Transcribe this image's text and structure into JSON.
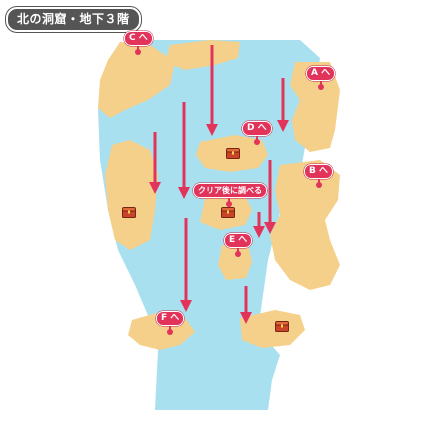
{
  "title": "北の洞窟・地下３階",
  "markers": {
    "a": "A へ",
    "b": "B へ",
    "c": "C へ",
    "d": "D へ",
    "e": "E へ",
    "f": "F へ",
    "after_clear": "クリア後に調べる"
  },
  "colors": {
    "water": "#a8e0f0",
    "land": "#f5d08a",
    "marker": "#e2335b",
    "chest": "#c8452c"
  },
  "icons": [
    "treasure-chest-icon",
    "down-arrow-icon",
    "location-pin-icon"
  ]
}
